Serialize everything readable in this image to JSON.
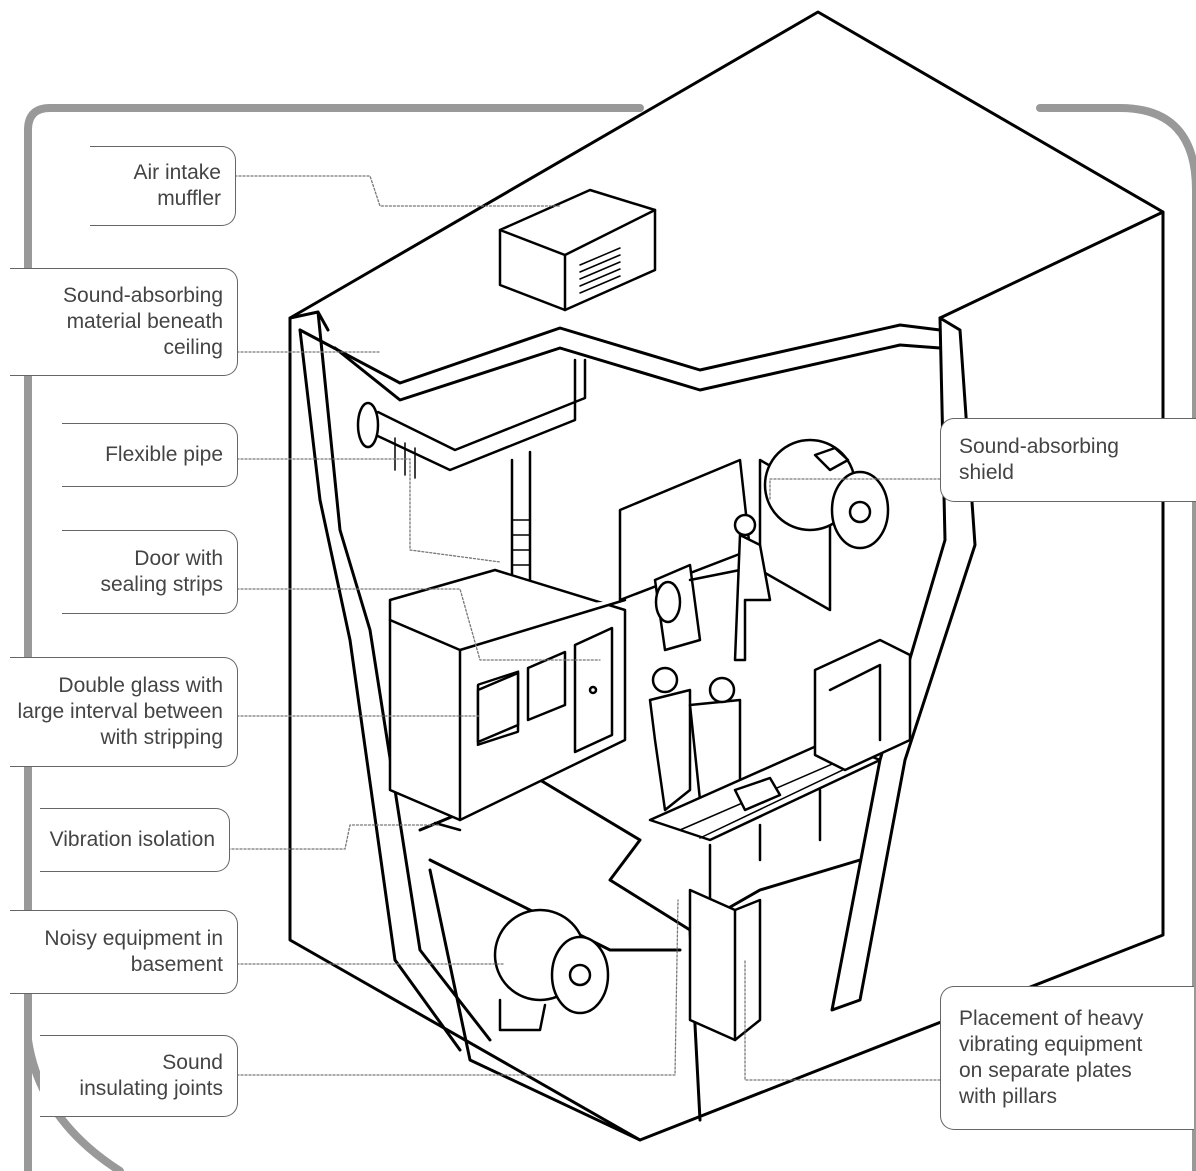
{
  "colors": {
    "outline": "#000000",
    "frame": "#999999",
    "label_border": "#666666",
    "label_text": "#444444",
    "leader": "#777777"
  },
  "labels": {
    "air_intake": {
      "lines": [
        "Air intake",
        "muffler"
      ]
    },
    "sound_absorbing_ceiling": {
      "lines": [
        "Sound-absorbing",
        "material beneath",
        "ceiling"
      ]
    },
    "flexible_pipe": {
      "lines": [
        "Flexible pipe"
      ]
    },
    "door_sealing": {
      "lines": [
        "Door with",
        "sealing strips"
      ]
    },
    "double_glass": {
      "lines": [
        "Double glass with",
        "large interval between",
        "with stripping"
      ]
    },
    "vibration_isolation": {
      "lines": [
        "Vibration isolation"
      ]
    },
    "noisy_equipment": {
      "lines": [
        "Noisy equipment in",
        "basement"
      ]
    },
    "sound_joints": {
      "lines": [
        "Sound",
        "insulating joints"
      ]
    },
    "sound_shield": {
      "lines": [
        "Sound-absorbing",
        "shield"
      ]
    },
    "heavy_equipment": {
      "lines": [
        "Placement of heavy",
        "vibrating equipment",
        "on separate plates",
        "with pillars"
      ]
    }
  }
}
